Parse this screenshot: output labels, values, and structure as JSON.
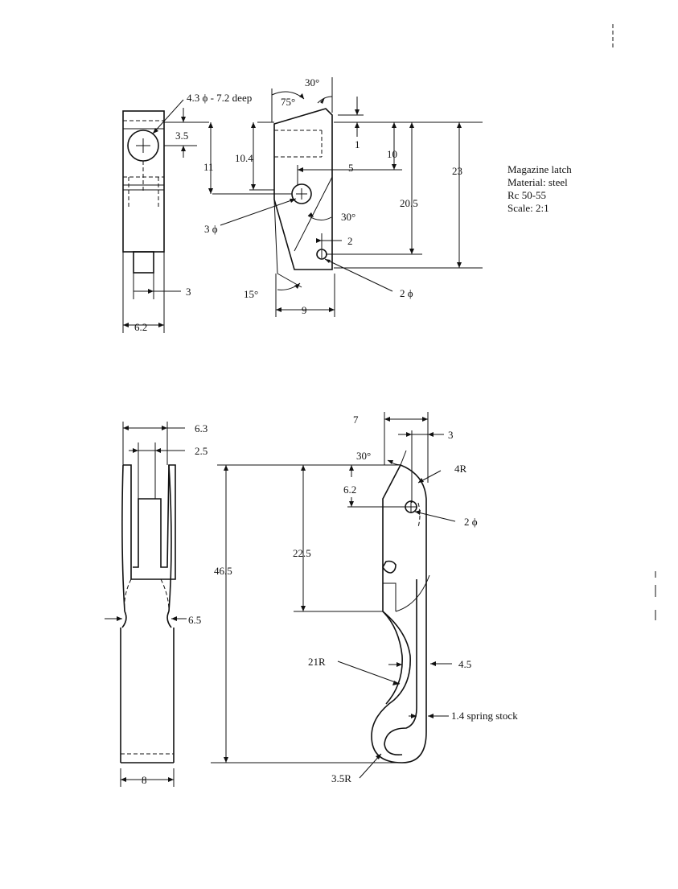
{
  "title_block": {
    "part_name": "Magazine latch",
    "material": "Material:  steel",
    "hardness": "Rc  50-55",
    "scale": "Scale: 2:1"
  },
  "top_left_view": {
    "hole_note": "4.3 ϕ - 7.2 deep",
    "dim_3_5": "3.5",
    "dim_3": "3",
    "dim_6_2": "6.2"
  },
  "top_right_view": {
    "angle_30_top": "30°",
    "angle_75": "75°",
    "dim_11": "11",
    "dim_10_4": "10.4",
    "dim_1": "1",
    "dim_10": "10",
    "dim_5": "5",
    "dim_23": "23",
    "dim_20_5": "20.5",
    "hole_3": "3 ϕ",
    "angle_30_mid": "30°",
    "dim_2": "2",
    "hole_2": "2 ϕ",
    "angle_15": "15°",
    "dim_9": "9"
  },
  "bottom_left_view": {
    "dim_6_3": "6.3",
    "dim_2_5": "2.5",
    "dim_6_5": "6.5",
    "dim_8": "8"
  },
  "bottom_right_view": {
    "dim_7": "7",
    "dim_3": "3",
    "angle_30": "30°",
    "radius_4": "4R",
    "dim_6_2": "6.2",
    "hole_2": "2 ϕ",
    "dim_46_5": "46.5",
    "dim_22_5": "22.5",
    "radius_21": "21R",
    "dim_4_5": "4.5",
    "spring": "1.4 spring stock",
    "radius_3_5": "3.5R"
  }
}
